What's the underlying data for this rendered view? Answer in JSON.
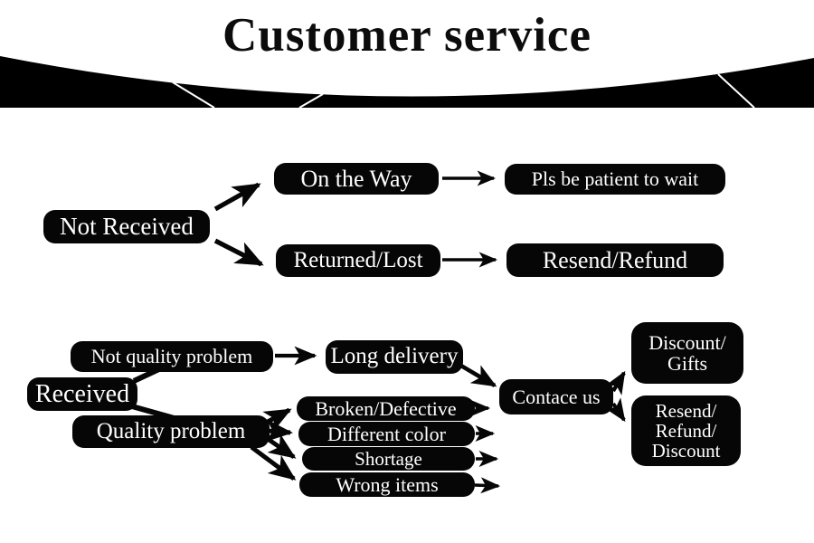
{
  "title": "Customer service",
  "colors": {
    "background": "#ffffff",
    "box_bg": "#060606",
    "box_text": "#ffffff",
    "banner": "#000000",
    "banner_accent_lines": "#ffffff"
  },
  "not_received_flow": {
    "root": "Not Received",
    "on_the_way": "On the Way",
    "patient": "Pls be patient to wait",
    "returned_lost": "Returned/Lost",
    "resend_refund": "Resend/Refund"
  },
  "received_flow": {
    "root": "Received",
    "not_quality_problem": "Not quality problem",
    "long_delivery": "Long delivery",
    "quality_problem": "Quality problem",
    "issues": [
      "Broken/Defective",
      "Different color",
      "Shortage",
      "Wrong items"
    ],
    "contact": "Contace us",
    "outcome_gifts": "Discount/\nGifts",
    "outcome_resend": "Resend/\nRefund/\nDiscount"
  }
}
